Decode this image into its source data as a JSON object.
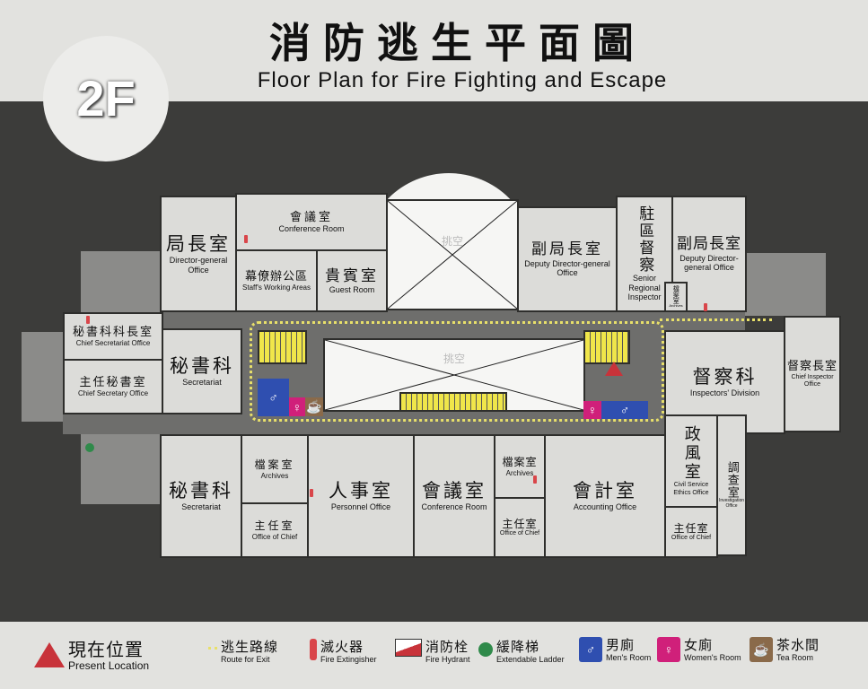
{
  "header": {
    "title": "消防逃生平面圖",
    "subtitle": "Floor Plan for Fire Fighting and Escape",
    "floor": "2F"
  },
  "void_label": "挑空",
  "rooms": {
    "director": {
      "zh": "局長室",
      "en": "Director-general Office"
    },
    "conf_top": {
      "zh": "會議室",
      "en": "Conference Room"
    },
    "staff": {
      "zh": "幕僚辦公區",
      "en": "Staff's Working Areas"
    },
    "guest": {
      "zh": "貴賓室",
      "en": "Guest Room"
    },
    "deputy1": {
      "zh": "副局長室",
      "en": "Deputy Director-general Office"
    },
    "inspector": {
      "zh": "駐區督察",
      "en": "Senior Regional Inspector"
    },
    "deputy2": {
      "zh": "副局長室",
      "en": "Deputy Director-general Office"
    },
    "archives_small": {
      "zh": "檔案室",
      "en": "Archives"
    },
    "chief_secretariat": {
      "zh": "秘書科科長室",
      "en": "Chief Secretariat Office"
    },
    "chief_secretary": {
      "zh": "主任秘書室",
      "en": "Chief Secretary Office"
    },
    "secretariat1": {
      "zh": "秘書科",
      "en": "Secretariat"
    },
    "inspectors_div": {
      "zh": "督察科",
      "en": "Inspectors' Division"
    },
    "chief_inspector": {
      "zh": "督察長室",
      "en": "Chief Inspector Office"
    },
    "secretariat2": {
      "zh": "秘書科",
      "en": "Secretariat"
    },
    "archives1": {
      "zh": "檔案室",
      "en": "Archives"
    },
    "office_chief1": {
      "zh": "主任室",
      "en": "Office of Chief"
    },
    "personnel": {
      "zh": "人事室",
      "en": "Personnel Office"
    },
    "conf_bottom": {
      "zh": "會議室",
      "en": "Conference Room"
    },
    "archives2": {
      "zh": "檔案室",
      "en": "Archives"
    },
    "office_chief2": {
      "zh": "主任室",
      "en": "Office of Chief"
    },
    "accounting": {
      "zh": "會計室",
      "en": "Accounting Office"
    },
    "ethics": {
      "zh": "政風室",
      "en": "Civil Service Ethics Office"
    },
    "office_chief3": {
      "zh": "主任室",
      "en": "Office of Chief"
    },
    "investigation": {
      "zh": "調查室",
      "en": "Investigation Office"
    }
  },
  "legend": [
    {
      "zh": "現在位置",
      "en": "Present Location",
      "icon": "present-location-triangle"
    },
    {
      "zh": "逃生路線",
      "en": "Route for Exit",
      "icon": "route-arrow"
    },
    {
      "zh": "滅火器",
      "en": "Fire Extingisher",
      "icon": "fire-extinguisher"
    },
    {
      "zh": "消防栓",
      "en": "Fire Hydrant",
      "icon": "fire-hydrant"
    },
    {
      "zh": "緩降梯",
      "en": "Extendable Ladder",
      "icon": "green-dot"
    },
    {
      "zh": "男廁",
      "en": "Men's Room",
      "icon": "man"
    },
    {
      "zh": "女廁",
      "en": "Women's Room",
      "icon": "woman"
    },
    {
      "zh": "茶水間",
      "en": "Tea Room",
      "icon": "cup"
    }
  ],
  "colors": {
    "board": "#3c3c3a",
    "room": "#dcdcd9",
    "stairs": "#f0e64a",
    "men": "#2f4fb0",
    "women": "#d0207a",
    "tea": "#8a6a4a",
    "present": "#c8333a",
    "ladder": "#2f8a4a"
  }
}
